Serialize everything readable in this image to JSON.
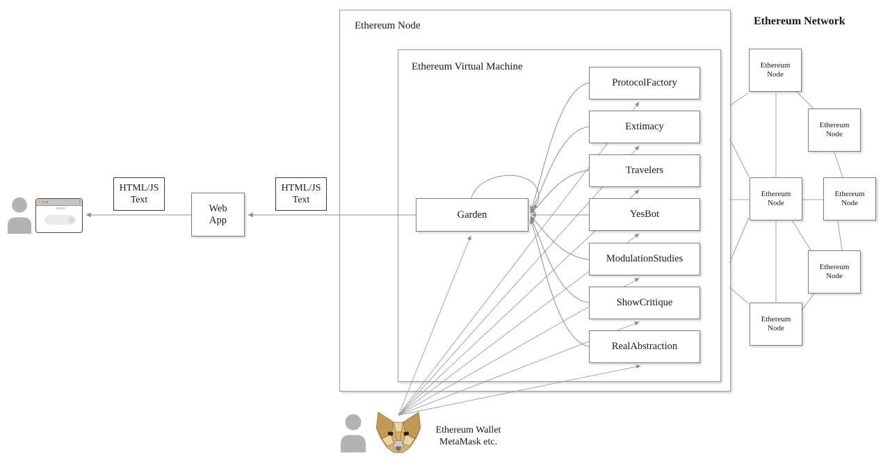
{
  "labels": {
    "html_js_1": "HTML/JS\nText",
    "html_js_2": "HTML/JS\nText",
    "web_app": "Web\nApp"
  },
  "ethereum_node": {
    "title": "Ethereum Node"
  },
  "evm": {
    "title": "Ethereum Virtual Machine",
    "garden_label": "Garden",
    "contracts": [
      "ProtocolFactory",
      "Extimacy",
      "Travelers",
      "YesBot",
      "ModulationStudies",
      "ShowCritique",
      "RealAbstraction"
    ]
  },
  "network": {
    "title": "Ethereum Network",
    "node_label": "Ethereum\nNode"
  },
  "wallet": {
    "label": "Ethereum Wallet\nMetaMask etc."
  },
  "icons": {
    "left_user": "person-icon",
    "browser": "browser-window-icon",
    "wallet_user": "person-icon",
    "wallet_fox": "metamask-fox-icon"
  },
  "colors": {
    "connector_line": "#8f8f8f",
    "network_line": "#a0a0a0",
    "box_border": "#7d7d7d",
    "container_border": "#9a9a9a",
    "icon_gray": "#b3b3b3",
    "fox_tan": "#d8b171",
    "fox_dark_tan": "#c49a52",
    "fox_light": "#e9d5a4",
    "muzzle_gray": "#c9c9c9"
  }
}
